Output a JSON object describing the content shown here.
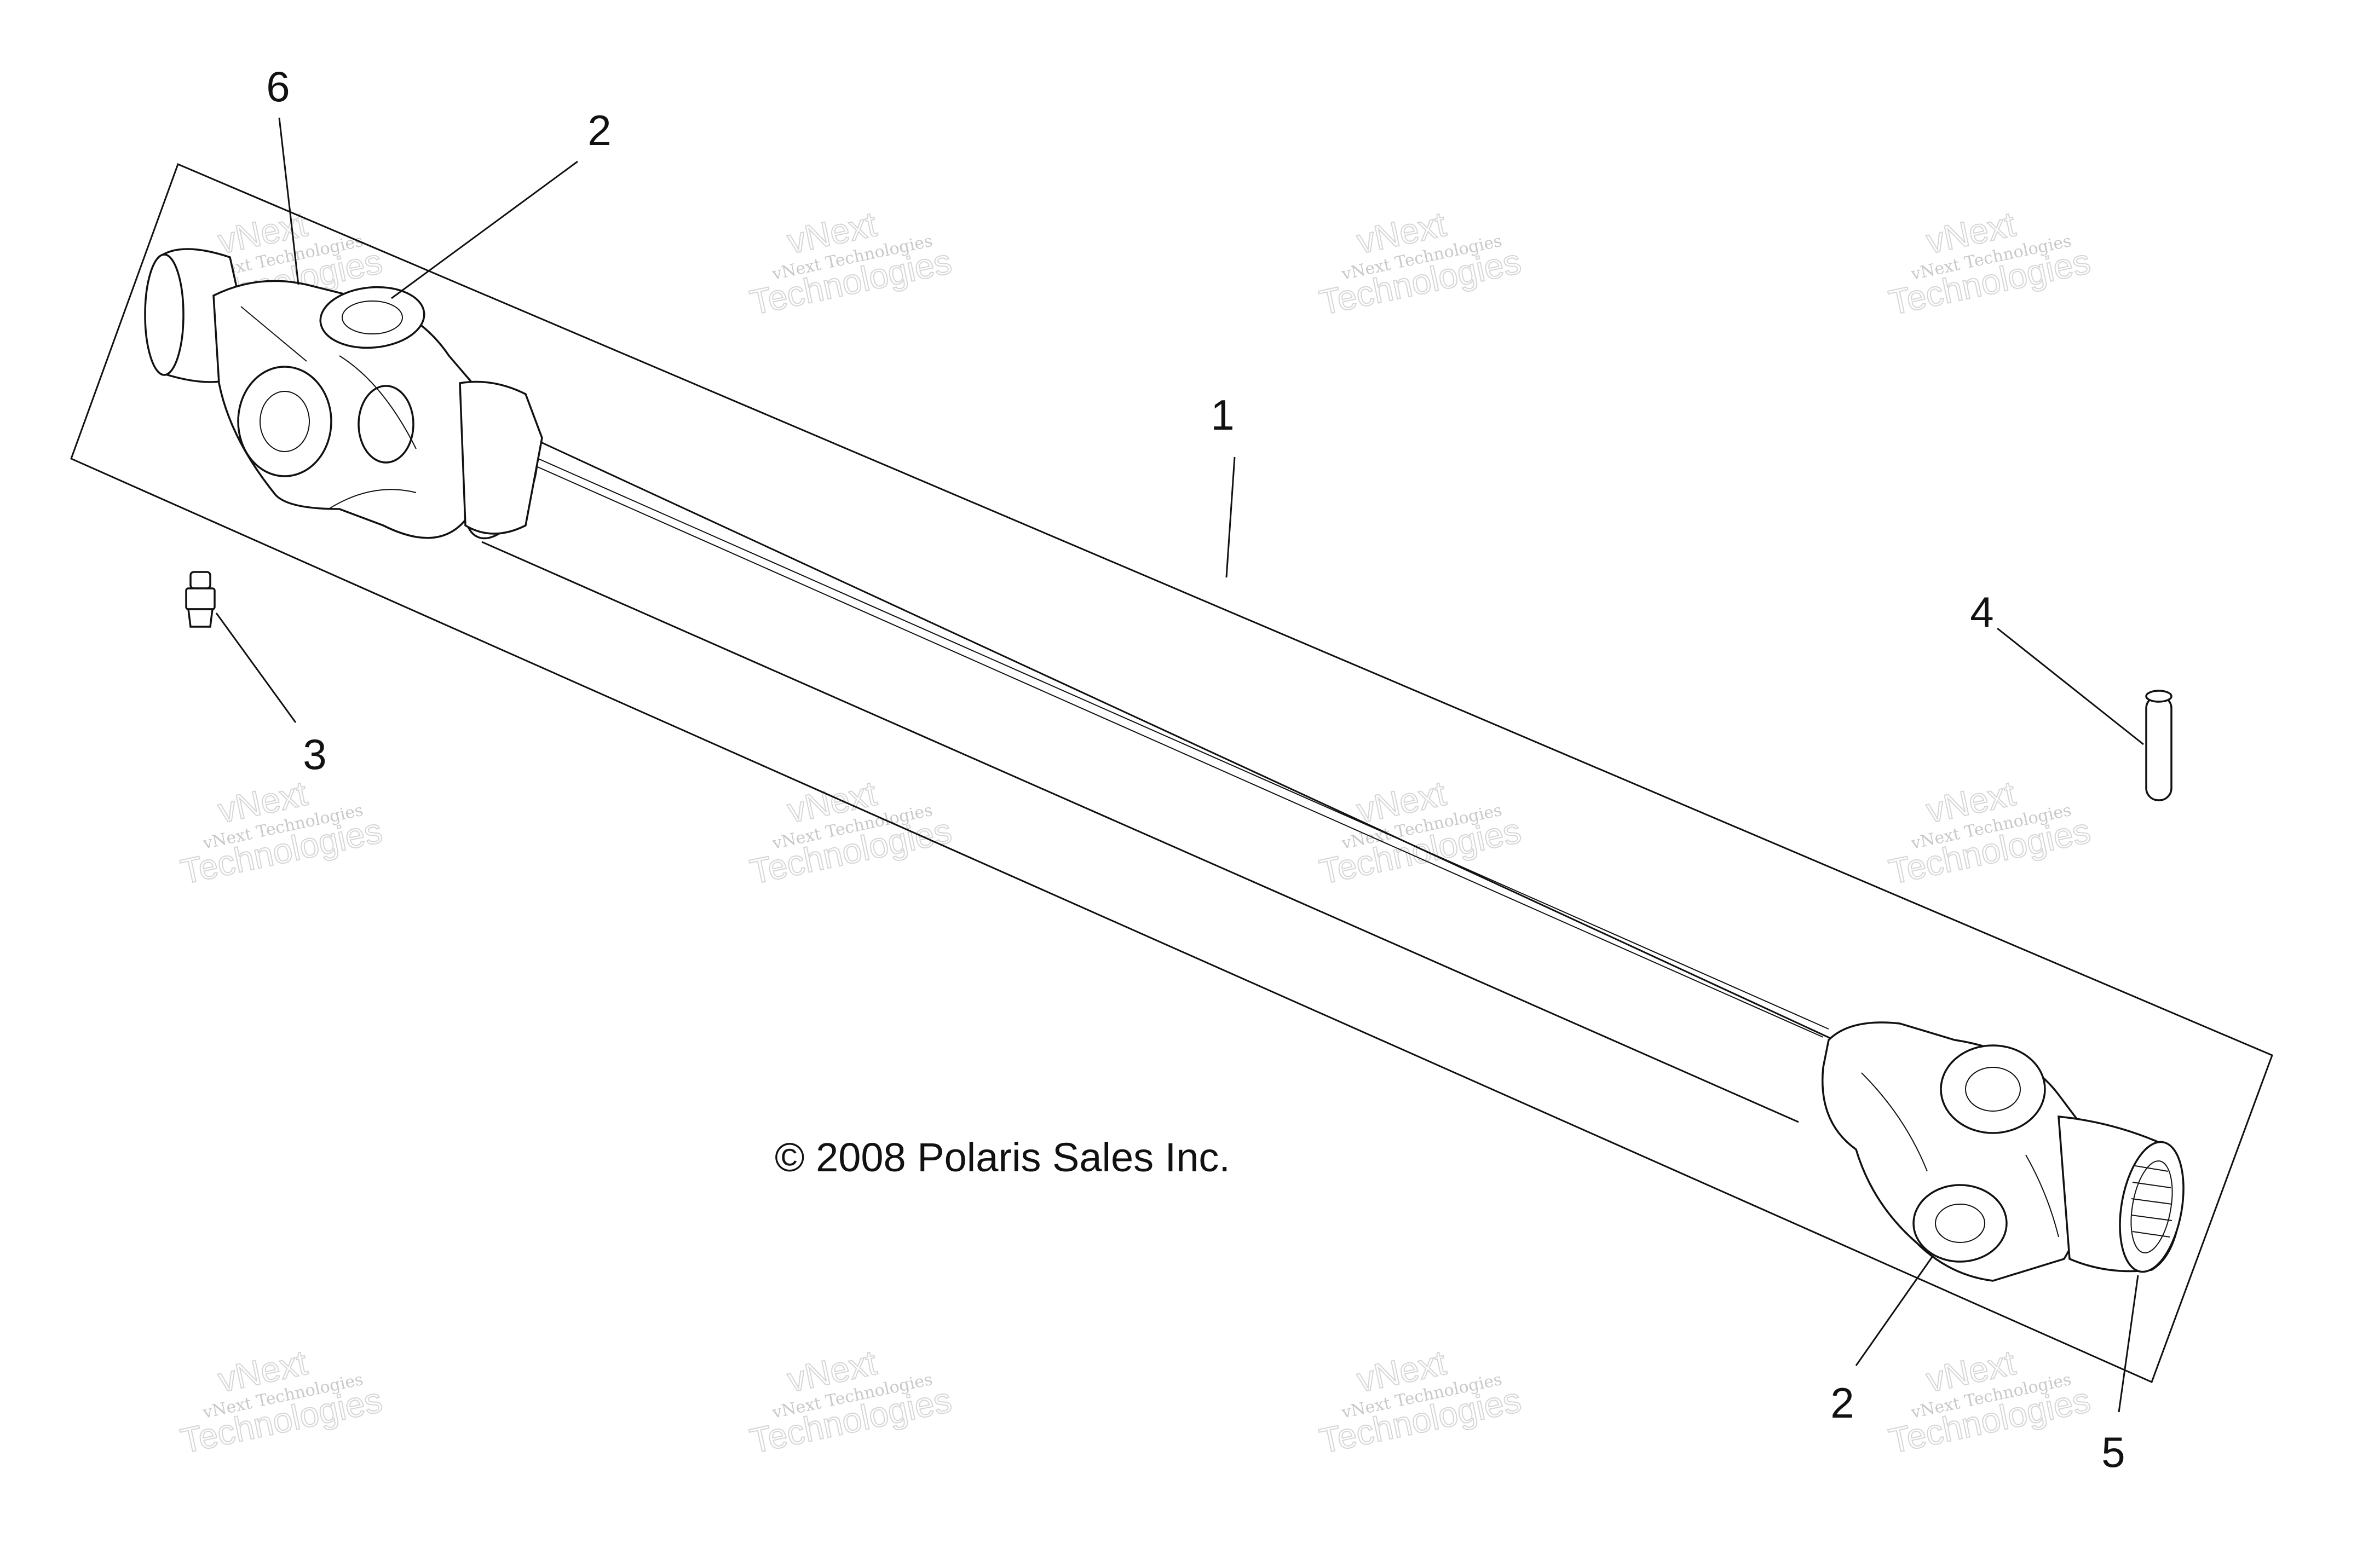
{
  "copyright": "© 2008 Polaris Sales Inc.",
  "callouts": [
    {
      "id": "label-1",
      "text": "1"
    },
    {
      "id": "label-2-top",
      "text": "2"
    },
    {
      "id": "label-2-bottom",
      "text": "2"
    },
    {
      "id": "label-3",
      "text": "3"
    },
    {
      "id": "label-4",
      "text": "4"
    },
    {
      "id": "label-5",
      "text": "5"
    },
    {
      "id": "label-6",
      "text": "6"
    }
  ],
  "watermark": {
    "line1": "vNext Technologies",
    "line2": "Technologies",
    "overlay": "vNext"
  }
}
